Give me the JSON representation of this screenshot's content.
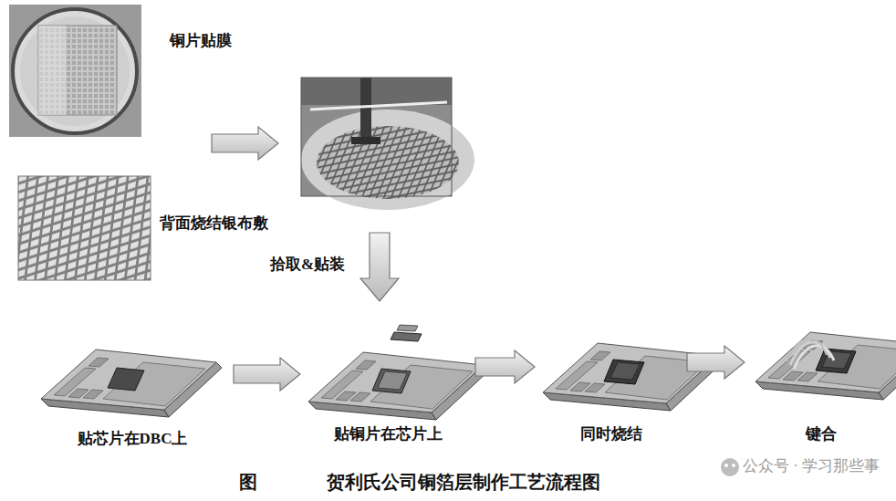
{
  "diagram": {
    "caption": "贺利氏公司铜箔层制作工艺流程图",
    "nodes": [
      {
        "text": [
          "铜片贴膜"
        ]
      },
      {
        "text": [
          "背面烧结银布敷"
        ]
      },
      {
        "text": [
          "贴芯片在DBC上"
        ]
      },
      {
        "text": [
          "贴铜片在芯片上"
        ]
      },
      {
        "text": [
          "同时烧结"
        ]
      },
      {
        "text": [
          "键合"
        ]
      }
    ],
    "edges": [
      {
        "from": 2,
        "to": 3,
        "arrow": "to"
      },
      {
        "from": 3,
        "to": 4,
        "arrow": "to"
      },
      {
        "from": 4,
        "to": 5,
        "arrow": "to"
      }
    ],
    "labels": [
      "拾取&贴装",
      "图",
      "公众号 · 学习那些事"
    ]
  }
}
